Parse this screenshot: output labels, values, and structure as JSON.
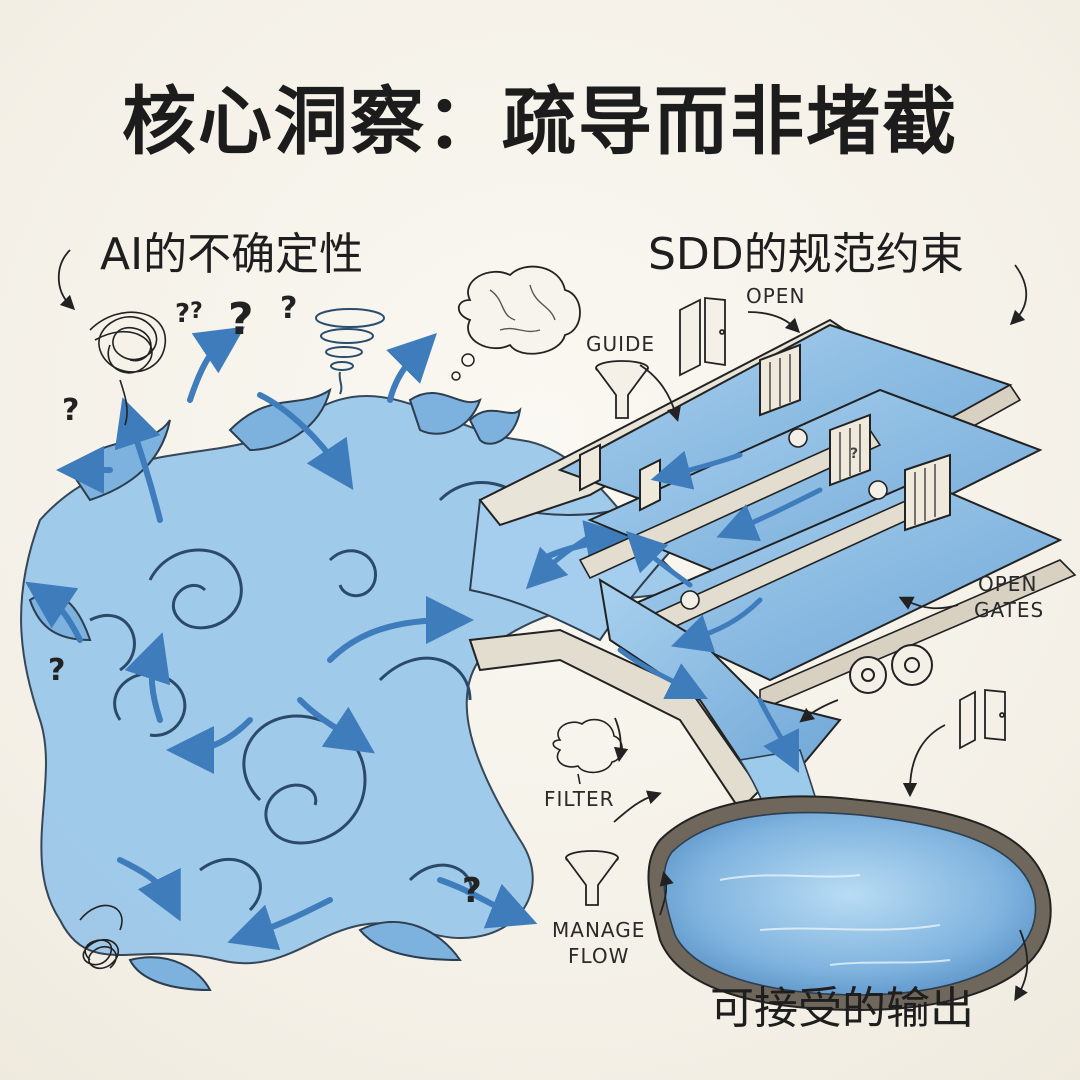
{
  "title": "核心洞察：疏导而非堵截",
  "labels": {
    "ai_uncertainty": "AI的不确定性",
    "sdd_constraints": "SDD的规范约束",
    "acceptable_output": "可接受的输出"
  },
  "annotations": {
    "guide": "GUIDE",
    "open": "OPEN",
    "open_gates_1": "OPEN",
    "open_gates_2": "GATES",
    "filter": "FILTER",
    "manage_flow_1": "MANAGE",
    "manage_flow_2": "FLOW"
  },
  "colors": {
    "water": "#8fbfe3",
    "water_dark": "#4f8cc4",
    "ink": "#1e1e1e",
    "paper": "#f6f3ec"
  },
  "icons": [
    "scribble-icon",
    "question-mark-icon",
    "tornado-icon",
    "brain-icon",
    "funnel-icon",
    "door-icon",
    "gear-icon",
    "spring-icon"
  ]
}
